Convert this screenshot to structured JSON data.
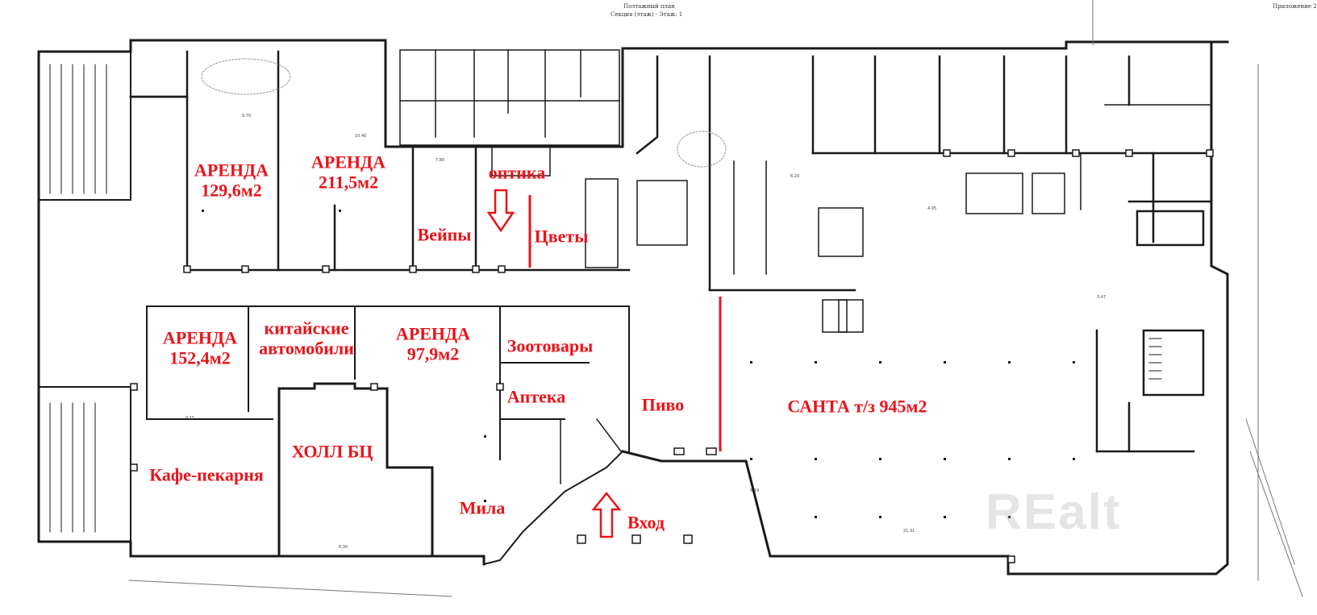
{
  "header": {
    "title": "Поэтажный план",
    "subtitle": "Секция (этаж) -   Этаж: 1",
    "corner": "Приложение 2"
  },
  "colors": {
    "accent": "#e8141b",
    "wall": "#1a1a1a",
    "thin_line": "#555555"
  },
  "labels": {
    "arenda_129": [
      "АРЕНДА",
      "129,6м2"
    ],
    "arenda_211": [
      "АРЕНДА",
      "211,5м2"
    ],
    "optika": "оптика",
    "veipy": "Вейпы",
    "tsvety": "Цветы",
    "arenda_152": [
      "АРЕНДА",
      "152,4м2"
    ],
    "kitayskie": [
      "китайские",
      "автомобили"
    ],
    "arenda_97": [
      "АРЕНДА",
      "97,9м2"
    ],
    "zootovary": "Зоотовары",
    "apteka": "Аптека",
    "pivo": "Пиво",
    "santa": "САНТА т/з 945м2",
    "holl": "ХОЛЛ БЦ",
    "kafe": "Кафе-пекарня",
    "mila": "Мила",
    "vhod": "Вход"
  },
  "watermark": "REalt",
  "icons": {
    "down_arrow": "down-arrow-icon",
    "up_arrow": "up-arrow-icon"
  }
}
